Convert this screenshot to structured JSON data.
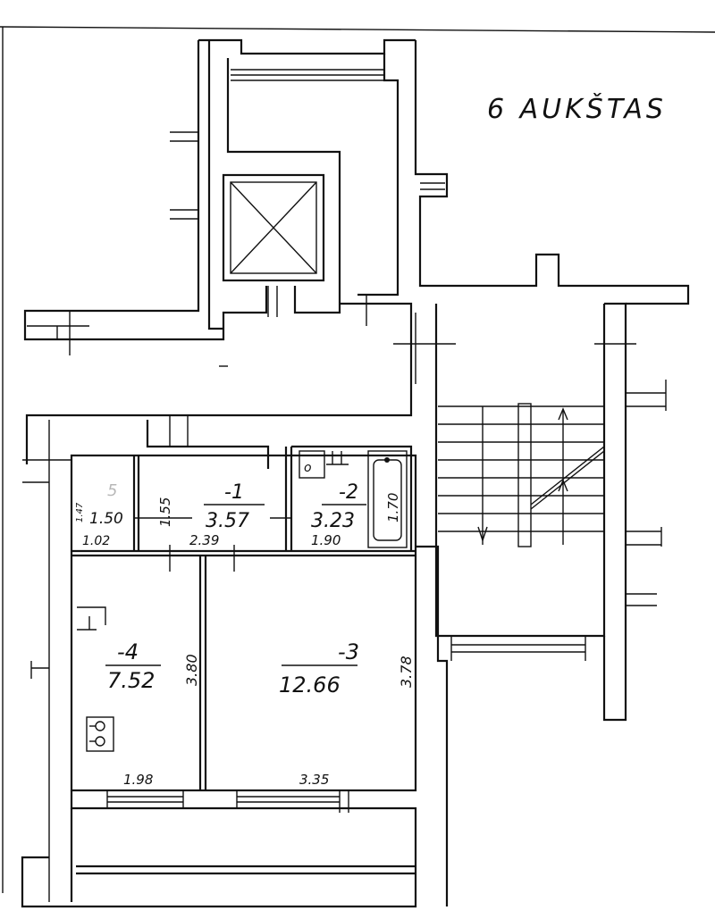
{
  "floor_title": "6 AUKŠTAS",
  "rooms": [
    {
      "id": "1",
      "area": "3.57",
      "width": "2.39",
      "height": "1.55"
    },
    {
      "id": "2",
      "area": "3.23",
      "width": "1.90",
      "height": "1.70"
    },
    {
      "id": "3",
      "area": "12.66",
      "width": "3.35",
      "height": "3.78"
    },
    {
      "id": "4",
      "area": "7.52",
      "width": "1.98",
      "height": "3.80"
    },
    {
      "id": "5",
      "area": "1.50",
      "width": "1.02",
      "height": "1.47"
    }
  ]
}
